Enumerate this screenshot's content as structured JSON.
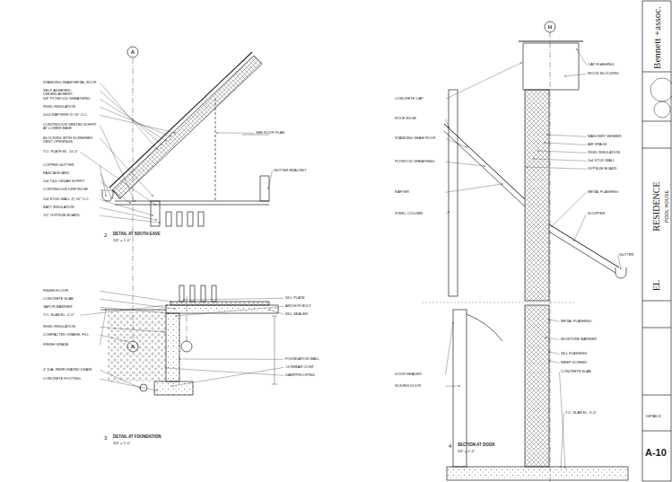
{
  "diagram": {
    "labels": [
      "STANDING SEAM METAL ROOF",
      "SELF-ADHERED UNDERLAYMENT",
      "5/8\" PLYWOOD SHEATHING",
      "RIGID INSULATION",
      "2x10 RAFTERS @ 16\" O.C.",
      "CONTINUOUS VENTED SOFFIT AT LOWER EAVE",
      "BLOCKING WITH SCREENED VENT OPENINGS",
      "T.O. PLATE EL. 10'-0\"",
      "COPPER GUTTER",
      "FASCIA BOARD",
      "1x6 T&G CEDAR SOFFIT",
      "CONTINUOUS DRIP EDGE",
      "2x6 STUD WALL @ 16\" O.C.",
      "BATT INSULATION",
      "1/2\" GYPSUM BOARD",
      "SEE ROOF PLAN",
      "GUTTER BRACKET",
      "2",
      "DETAIL AT SOUTH EAVE",
      "3/4\" = 1'-0\"",
      "A",
      "A",
      "FINISH FLOOR",
      "CONCRETE SLAB",
      "VAPOR BARRIER",
      "T.O. SLAB EL. 0'-0\"",
      "RIGID INSULATION",
      "COMPACTED GRAVEL FILL",
      "FINISH GRADE",
      "4\" DIA. PERFORATED DRAIN",
      "CONCRETE FOOTING",
      "SILL PLATE",
      "ANCHOR BOLT",
      "SILL SEALER",
      "FOUNDATION WALL",
      "#4 REBAR CONT.",
      "DAMPPROOFING",
      "3",
      "DETAIL AT FOUNDATION",
      "3/4\" = 1'-0\"",
      "CONCRETE CAP",
      "ROOF EDGE",
      "STANDING SEAM ROOF",
      "PLYWOOD SHEATHING",
      "RAFTER",
      "STEEL COLUMN",
      "CAP FLASHING",
      "WOOD BLOCKING",
      "MASONRY VENEER",
      "AIR SPACE",
      "RIGID INSULATION",
      "2x6 STUD WALL",
      "GYPSUM BOARD",
      "METAL FLASHING",
      "GUTTER",
      "SCUPPER",
      "METAL FLASHING",
      "MOISTURE BARRIER",
      "SILL FLASHING",
      "WEEP SCREED",
      "CONCRETE SLAB",
      "T.O. SLAB EL. 0'-0\"",
      "DOOR HEADER",
      "SLIDING DOOR",
      "4",
      "SECTION AT DOOR",
      "3/4\" = 1'-0\"",
      "H",
      "Bennett +assoc.",
      "RESIDENCE",
      "EL",
      "POOL HOUSE",
      "DETAILS",
      "A-10"
    ]
  }
}
